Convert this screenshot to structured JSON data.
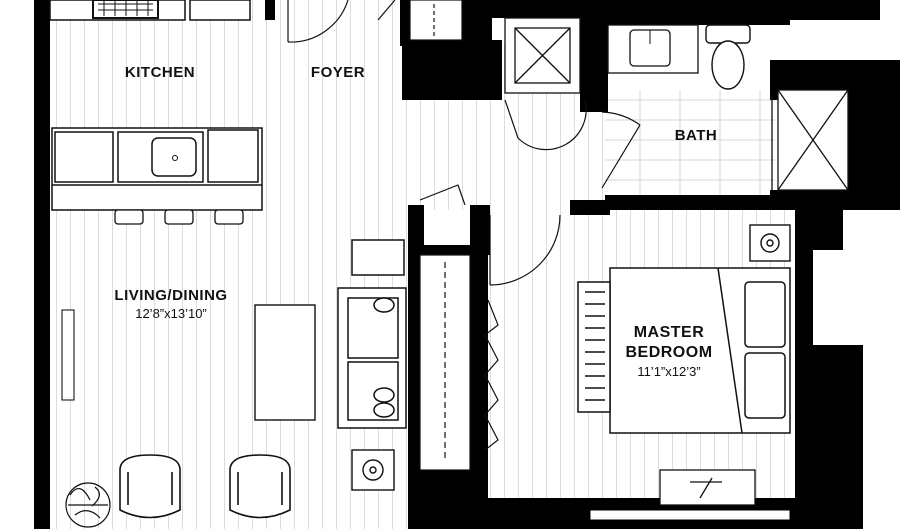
{
  "rooms": {
    "kitchen": {
      "name": "KITCHEN"
    },
    "foyer": {
      "name": "FOYER"
    },
    "bath": {
      "name": "BATH"
    },
    "living_dining": {
      "name": "LIVING/DINING",
      "dimensions": "12’8”x13’10”"
    },
    "master_bedroom": {
      "name_line1": "MASTER",
      "name_line2": "BEDROOM",
      "dimensions": "11’1”x12’3”"
    }
  },
  "colors": {
    "wall": "#000000",
    "floor_lines": "#d9d9d9",
    "fixture_stroke": "#111111",
    "background": "#ffffff"
  },
  "icons": [
    "stove-icon",
    "sink-icon",
    "toilet-icon",
    "shower-icon",
    "washer-dryer-icon",
    "bed-icon",
    "sofa-icon",
    "dining-table-icon",
    "chair-icon",
    "plant-icon",
    "lamp-icon",
    "door-swing-icon",
    "closet-icon"
  ]
}
